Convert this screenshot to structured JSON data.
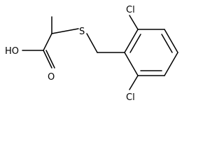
{
  "molecule": {
    "atoms": {
      "sulfur": "S",
      "hydroxyl": "HO",
      "oxygen": "O",
      "chlorine_top": "Cl",
      "chlorine_bottom": "Cl"
    }
  }
}
